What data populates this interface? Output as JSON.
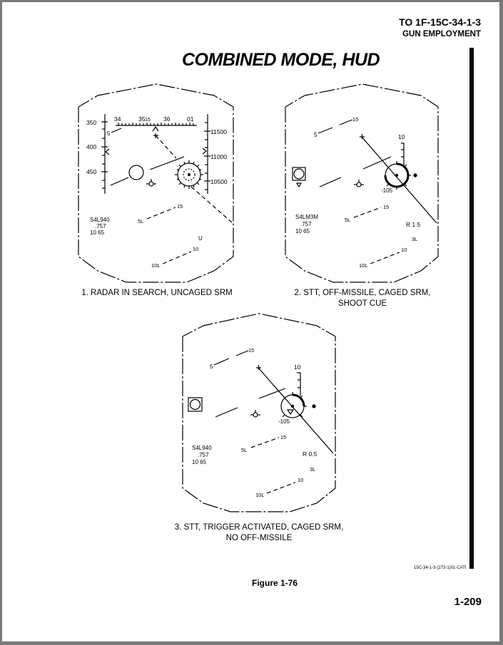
{
  "header": {
    "doc_number": "TO 1F-15C-34-1-3",
    "section": "GUN EMPLOYMENT"
  },
  "title": "COMBINED MODE, HUD",
  "panels": [
    {
      "caption_lines": [
        "1. RADAR IN SEARCH, UNCAGED SRM"
      ],
      "heading_ticks": [
        "34",
        "35",
        "36",
        "01"
      ],
      "heading_caret": "15",
      "airspeed_ticks": [
        "350",
        "400",
        "450"
      ],
      "altitude_ticks": [
        "11500",
        "11000",
        "10500"
      ],
      "data_block": [
        "S4L940",
        ".757",
        "10 65"
      ],
      "pitch_5_left": "5L",
      "pitch_5_right": "15",
      "pitch_10_left": "10L",
      "pitch_10_right": "10",
      "upper_left_label": "5",
      "status": "U"
    },
    {
      "caption_lines": [
        "2. STT, OFF-MISSILE, CAGED SRM,",
        "SHOOT CUE"
      ],
      "top_left": "5",
      "top_right": "15",
      "scale_top": "10",
      "scale_bottom": "-105",
      "data_block": [
        "S4LM3M",
        ".757",
        "10 65"
      ],
      "pitch_5_left": "5L",
      "pitch_5_right": "15",
      "pitch_10_left": "10L",
      "pitch_10_right": "10",
      "range": "R  1.5",
      "range_label": "3L"
    },
    {
      "caption_lines": [
        "3. STT, TRIGGER ACTIVATED, CAGED SRM,",
        "NO OFF-MISSILE"
      ],
      "top_left": "5",
      "top_right": "15",
      "scale_top": "10",
      "scale_bottom": "-105",
      "data_block": [
        "S4L940",
        ".757",
        "10 65"
      ],
      "pitch_5_left": "5L",
      "pitch_5_right": "15",
      "pitch_10_left": "10L",
      "pitch_10_right": "10",
      "range": "R  0.5",
      "range_label": "3L"
    }
  ],
  "figure": "Figure 1-76",
  "artwork_code": "15C-34-1-3-(273-1)01-CATI",
  "page_number": "1-209"
}
